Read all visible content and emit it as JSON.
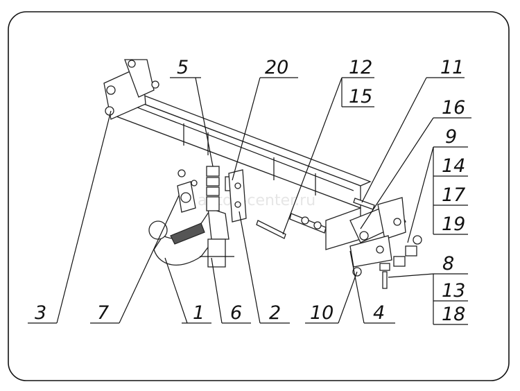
{
  "watermark": "autop-center.ru",
  "callouts": {
    "c1": "1",
    "c2": "2",
    "c3": "3",
    "c4": "4",
    "c5": "5",
    "c6": "6",
    "c7": "7",
    "c8": "8",
    "c9": "9",
    "c10": "10",
    "c11": "11",
    "c12": "12",
    "c13": "13",
    "c14": "14",
    "c15": "15",
    "c16": "16",
    "c17": "17",
    "c18": "18",
    "c19": "19",
    "c20": "20"
  }
}
